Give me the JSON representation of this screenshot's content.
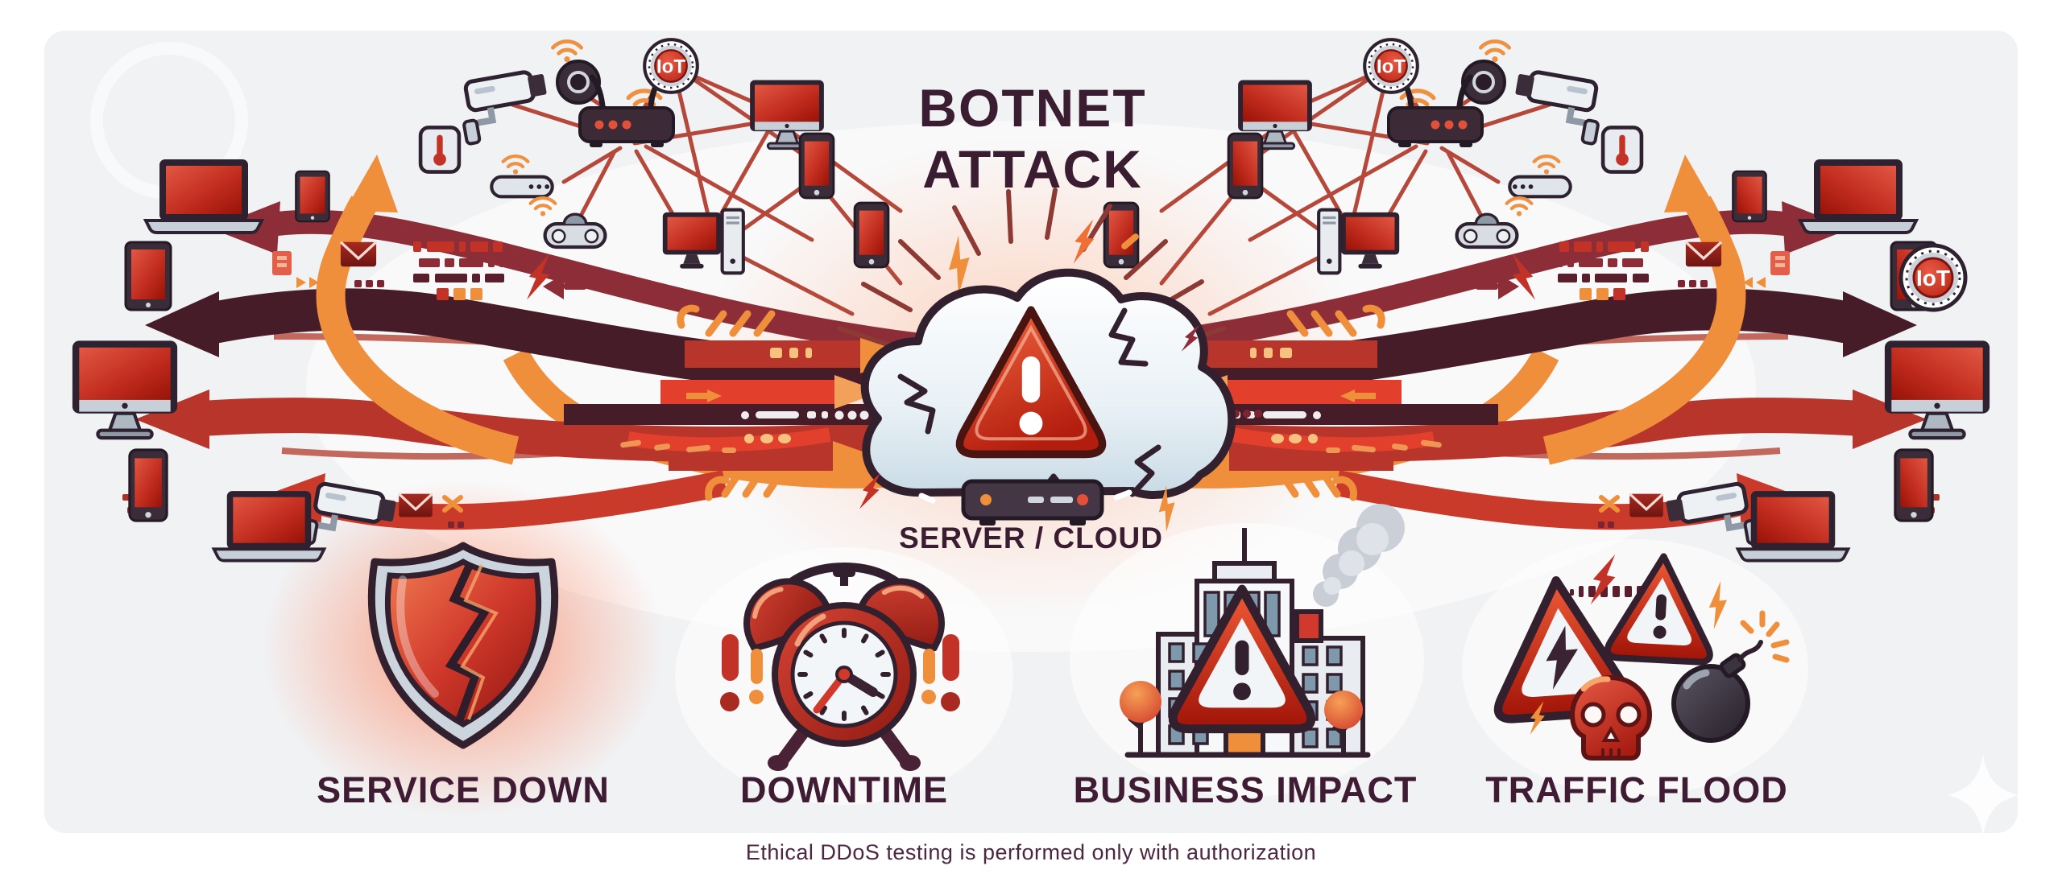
{
  "title": {
    "line1": "BOTNET",
    "line2": "ATTACK"
  },
  "center": {
    "server_label": "SERVER / CLOUD",
    "iot_badge_text": "IoT"
  },
  "impacts": [
    {
      "label": "SERVICE DOWN",
      "icon": "broken-shield-icon"
    },
    {
      "label": "DOWNTIME",
      "icon": "alarm-clock-icon"
    },
    {
      "label": "BUSINESS IMPACT",
      "icon": "damaged-building-icon"
    },
    {
      "label": "TRAFFIC FLOOD",
      "icon": "hazard-warning-cluster-icon"
    }
  ],
  "footer": {
    "disclaimer": "Ethical DDoS testing is performed only with authorization"
  },
  "colors": {
    "canvas": "#f1f2f4",
    "heading_text": "#3b1d31",
    "label_text": "#3f1c33",
    "footer_text": "#4b2840",
    "red_primary": "#c0392b",
    "red_bright": "#e2402c",
    "maroon_dark": "#5a1f2c",
    "maroon_deep": "#3f1d2b",
    "orange": "#ef8f3c",
    "device_screen": "#c22d1f",
    "silver": "#ccd5dd"
  },
  "icons": [
    "cloud-server-icon",
    "warning-triangle-icon",
    "router-icon",
    "iot-badge-icon",
    "cctv-camera-icon",
    "smart-speaker-icon",
    "monitor-icon",
    "laptop-icon",
    "phone-icon",
    "tablet-icon",
    "desktop-pc-icon",
    "game-controller-icon",
    "hub-icon",
    "thermometer-icon",
    "envelope-icon",
    "lightning-bolt-icon",
    "broken-shield-icon",
    "alarm-clock-icon",
    "damaged-building-icon",
    "skull-icon",
    "bomb-icon",
    "sparkle-icon",
    "wifi-icon",
    "binary-row-icon",
    "arrow-stream-icon"
  ]
}
